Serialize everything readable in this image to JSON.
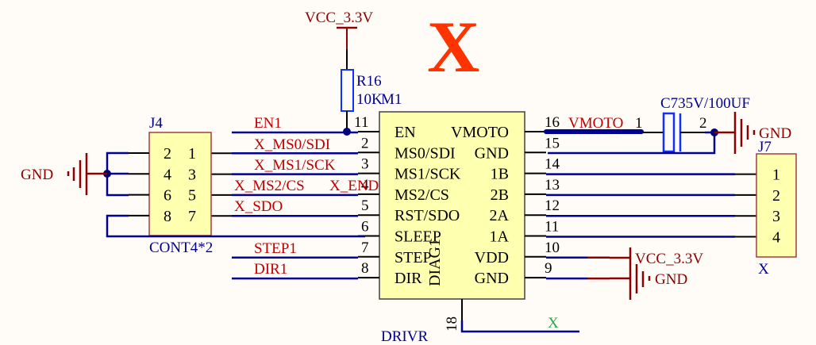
{
  "title_mark": "X",
  "colors": {
    "background": "#fffbf7",
    "wire": "#000090",
    "power": "#8b0000",
    "net_label": "#c00000",
    "component_fill": "#ffffb0",
    "component_border": "#a04040",
    "title_mark": "#ff3300",
    "green_label": "#2aa64a"
  },
  "power_ports": {
    "vcc_top": "VCC_3.3V",
    "gnd_left": "GND",
    "gnd_cap": "GND",
    "vcc_right": "VCC_3.3V",
    "gnd_right": "GND"
  },
  "resistor": {
    "designator": "R16",
    "value": "10K",
    "pin": "1"
  },
  "capacitor": {
    "designator": "C73",
    "value": "5V/100UF",
    "label": "C735V/100UF",
    "pin1": "1",
    "pin2": "2"
  },
  "driver": {
    "designator": "M1",
    "comment": "DRIVR",
    "diag_label": "DIAG1",
    "diag_pin": "18",
    "left_pins": [
      {
        "num": "1",
        "name": "EN"
      },
      {
        "num": "2",
        "name": "MS0/SDI"
      },
      {
        "num": "3",
        "name": "MS1/SCK"
      },
      {
        "num": "4",
        "name": "MS2/CS"
      },
      {
        "num": "5",
        "name": "RST/SDO"
      },
      {
        "num": "6",
        "name": "SLEEP"
      },
      {
        "num": "7",
        "name": "STEP"
      },
      {
        "num": "8",
        "name": "DIR"
      }
    ],
    "right_pins": [
      {
        "num": "16",
        "name": "VMOTO"
      },
      {
        "num": "15",
        "name": "GND"
      },
      {
        "num": "14",
        "name": "1B"
      },
      {
        "num": "13",
        "name": "2B"
      },
      {
        "num": "12",
        "name": "2A"
      },
      {
        "num": "11",
        "name": "1A"
      },
      {
        "num": "10",
        "name": "VDD"
      },
      {
        "num": "9",
        "name": "GND"
      }
    ]
  },
  "net_labels": {
    "en": "EN1",
    "ms0": "X_MS0/SDI",
    "ms1": "X_MS1/SCK",
    "ms2": "X_MS2/CS",
    "ms2_overlap": "X_END",
    "sdo": "X_SDO",
    "step": "STEP1",
    "dir": "DIR1",
    "vmoto": "VMOTO",
    "diag": "X"
  },
  "connector_j4": {
    "designator": "J4",
    "comment": "CONT4*2",
    "rows": [
      [
        "2",
        "1"
      ],
      [
        "4",
        "3"
      ],
      [
        "6",
        "5"
      ],
      [
        "8",
        "7"
      ]
    ]
  },
  "connector_j7": {
    "designator": "J7",
    "comment": "X",
    "pins": [
      "1",
      "2",
      "3",
      "4"
    ]
  }
}
